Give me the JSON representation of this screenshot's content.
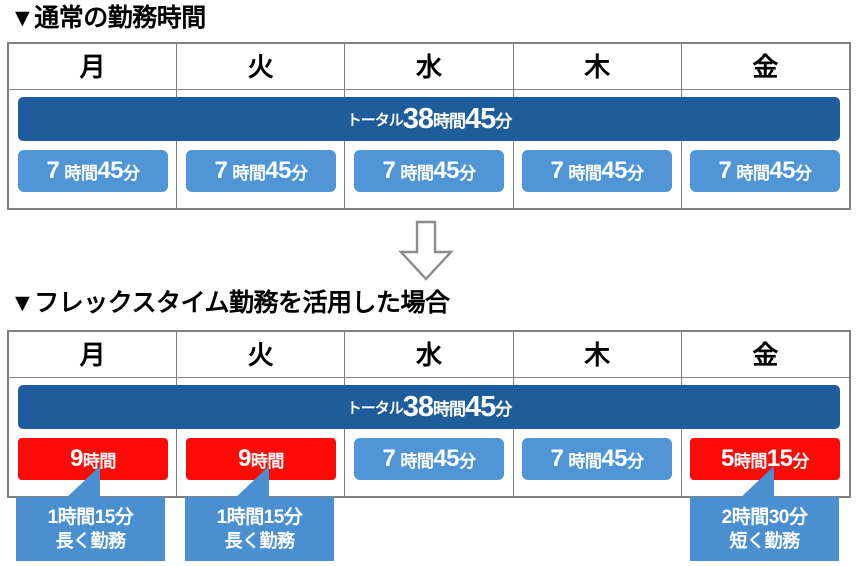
{
  "sections": [
    {
      "title": "▼通常の勤務時間",
      "days": [
        "月",
        "火",
        "水",
        "木",
        "金"
      ],
      "total": {
        "label": "トータル",
        "hours": "38",
        "hours_unit": "時間",
        "minutes": "45",
        "minutes_unit": "分"
      },
      "cells": [
        {
          "num": "7",
          "unit": "時間",
          "num2": "45",
          "unit2": "分",
          "color": "blue",
          "spaced": true
        },
        {
          "num": "7",
          "unit": "時間",
          "num2": "45",
          "unit2": "分",
          "color": "blue",
          "spaced": true
        },
        {
          "num": "7",
          "unit": "時間",
          "num2": "45",
          "unit2": "分",
          "color": "blue",
          "spaced": true
        },
        {
          "num": "7",
          "unit": "時間",
          "num2": "45",
          "unit2": "分",
          "color": "blue",
          "spaced": true
        },
        {
          "num": "7",
          "unit": "時間",
          "num2": "45",
          "unit2": "分",
          "color": "blue",
          "spaced": true
        }
      ]
    },
    {
      "title": "▼フレックスタイム勤務を活用した場合",
      "days": [
        "月",
        "火",
        "水",
        "木",
        "金"
      ],
      "total": {
        "label": "トータル",
        "hours": "38",
        "hours_unit": "時間",
        "minutes": "45",
        "minutes_unit": "分"
      },
      "cells": [
        {
          "num": "9",
          "unit": "時間",
          "num2": "",
          "unit2": "",
          "color": "red",
          "spaced": false
        },
        {
          "num": "9",
          "unit": "時間",
          "num2": "",
          "unit2": "",
          "color": "red",
          "spaced": false
        },
        {
          "num": "7",
          "unit": "時間",
          "num2": "45",
          "unit2": "分",
          "color": "blue",
          "spaced": true
        },
        {
          "num": "7",
          "unit": "時間",
          "num2": "45",
          "unit2": "分",
          "color": "blue",
          "spaced": true
        },
        {
          "num": "5",
          "unit": "時間",
          "num2": "15",
          "unit2": "分",
          "color": "red",
          "spaced": false
        }
      ]
    }
  ],
  "notes": [
    {
      "day": "月",
      "line1": "1時間15分",
      "line2": "長く勤務"
    },
    {
      "day": "火",
      "line1": "1時間15分",
      "line2": "長く勤務"
    },
    {
      "day": "金",
      "line1": "2時間30分",
      "line2": "短く勤務"
    }
  ],
  "flow_arrow": "down-arrow-icon",
  "colors": {
    "total_bar": "#1F5C9B",
    "normal_cell": "#5095D5",
    "highlight_cell": "#FB0A06",
    "note_box": "#4A90D0",
    "table_border": "#808080",
    "arrow_outline": "#8C8C8C"
  }
}
